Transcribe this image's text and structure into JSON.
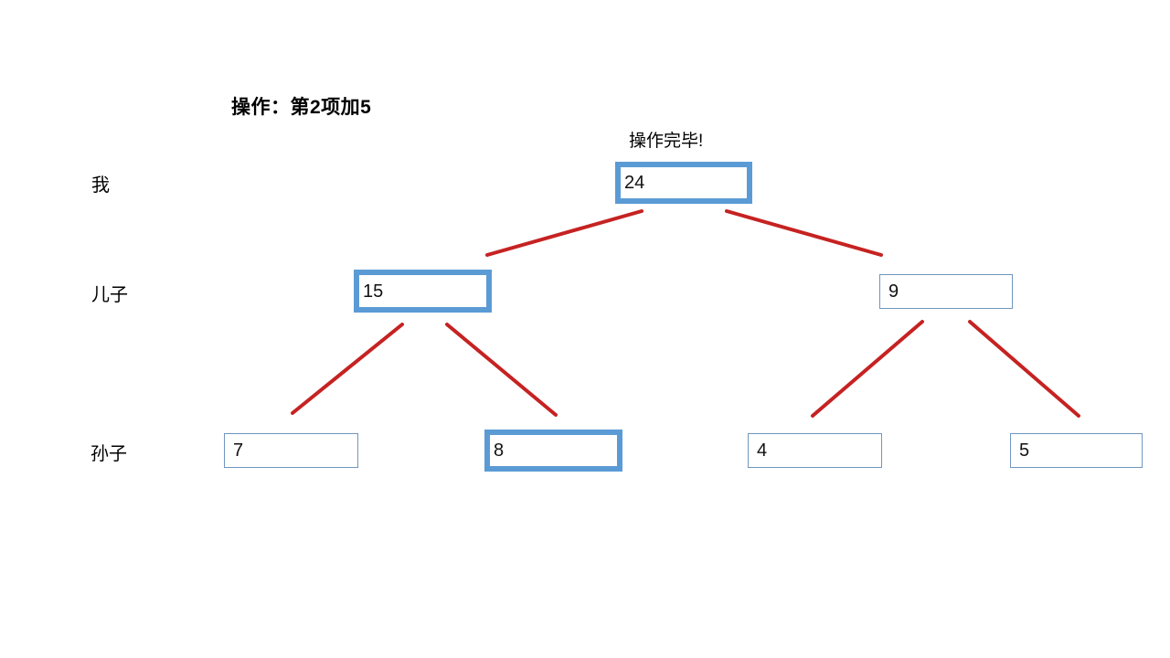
{
  "diagram": {
    "operation_title": "操作：第2项加5",
    "status_note": "操作完毕!",
    "accent_blue": "#5B9BD5",
    "outline_blue": "#7096C0",
    "edge_red": "#C62222",
    "row_labels": [
      {
        "id": "me",
        "label": "我"
      },
      {
        "id": "son",
        "label": "儿子"
      },
      {
        "id": "grandson",
        "label": "孙子"
      }
    ],
    "nodes": [
      {
        "id": "root",
        "value": "24",
        "level": 0,
        "highlighted": true
      },
      {
        "id": "child-l",
        "value": "15",
        "level": 1,
        "highlighted": true
      },
      {
        "id": "child-r",
        "value": "9",
        "level": 1,
        "highlighted": false
      },
      {
        "id": "leaf-1",
        "value": "7",
        "level": 2,
        "highlighted": false
      },
      {
        "id": "leaf-2",
        "value": "8",
        "level": 2,
        "highlighted": true
      },
      {
        "id": "leaf-3",
        "value": "4",
        "level": 2,
        "highlighted": false
      },
      {
        "id": "leaf-4",
        "value": "5",
        "level": 2,
        "highlighted": false
      }
    ]
  },
  "chart_data": {
    "type": "diagram",
    "title": "操作：第2项加5",
    "annotation": "操作完毕!",
    "structure": "binary-heap-tree",
    "levels": [
      "我",
      "儿子",
      "孙子"
    ],
    "values": [
      [
        24
      ],
      [
        15,
        9
      ],
      [
        7,
        8,
        4,
        5
      ]
    ],
    "highlighted_values": [
      24,
      15,
      8
    ],
    "edges": [
      [
        "24",
        "15"
      ],
      [
        "24",
        "9"
      ],
      [
        "15",
        "7"
      ],
      [
        "15",
        "8"
      ],
      [
        "9",
        "4"
      ],
      [
        "9",
        "5"
      ]
    ]
  }
}
